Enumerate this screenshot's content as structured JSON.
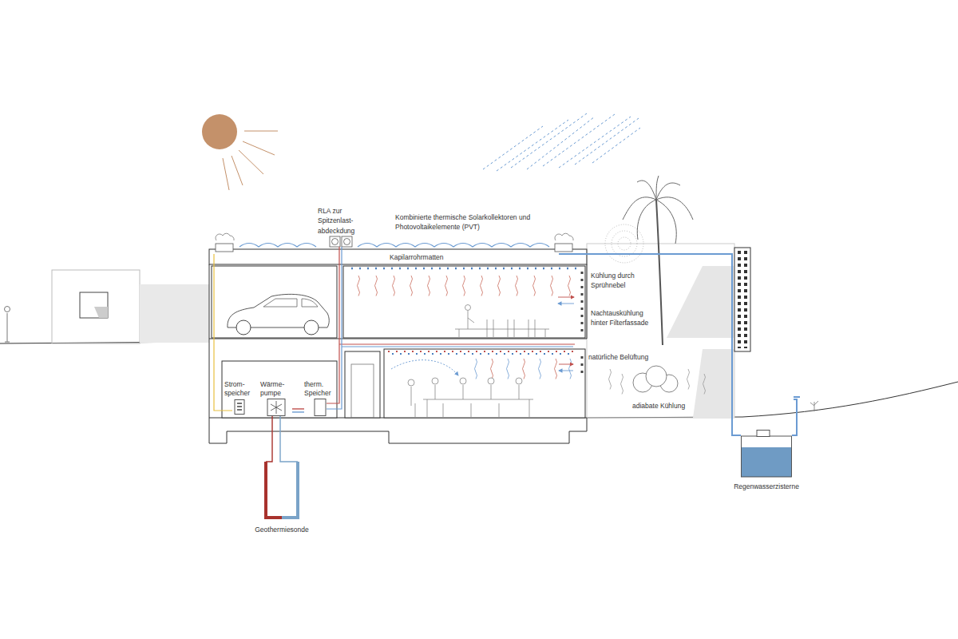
{
  "diagram": {
    "nodes": [
      {
        "text": [
          "Strom- speicher"
        ]
      },
      {
        "text": [
          "Wärme- pumpe"
        ]
      },
      {
        "text": [
          "therm. Speicher"
        ]
      },
      {
        "text": [
          "Geothermiesonde"
        ]
      },
      {
        "text": [
          "Regenwasserzisterne"
        ]
      }
    ],
    "edges": [
      {
        "from": 1,
        "to": 3,
        "arrow": "none"
      },
      {
        "from": 1,
        "to": 2,
        "arrow": "none"
      }
    ],
    "labels": [
      "RLA zur Spitzenlast- abdeckdung",
      "Kombinierte thermische Solarkollektoren und Photovoltaikelemente (PVT)",
      "Kapilarrohrmatten",
      "Kühlung durch Sprühnebel",
      "Nachtauskühlung hinter Filterfassade",
      "natürliche Belüftung",
      "adiabate Kühlung"
    ]
  }
}
